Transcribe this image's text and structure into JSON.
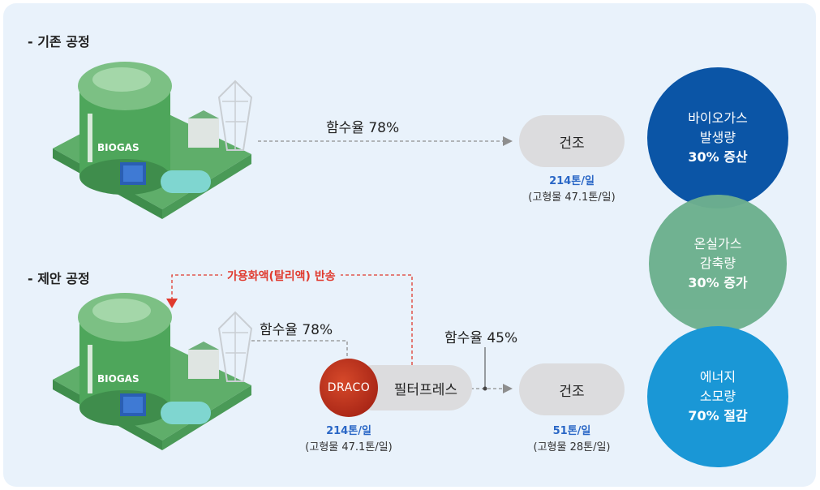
{
  "existing": {
    "title": "- 기존 공정",
    "plant_label": "BIOGAS",
    "moisture": "함수율 78%",
    "dry_label": "건조",
    "amount": "214톤/일",
    "solid": "(고형물 47.1톤/일)"
  },
  "proposed": {
    "title": "- 제안 공정",
    "plant_label": "BIOGAS",
    "return_label": "가용화액(탈리액) 반송",
    "moisture_in": "함수율 78%",
    "moisture_out": "함수율 45%",
    "draco_label": "DRACO",
    "filter_label": "필터프레스",
    "dry_label": "건조",
    "amount_in": "214톤/일",
    "solid_in": "(고형물 47.1톤/일)",
    "amount_out": "51톤/일",
    "solid_out": "(고형물 28톤/일)"
  },
  "results": [
    {
      "line1": "바이오가스",
      "line2": "발생량",
      "line3": "30% 증산",
      "color": "#0b55a6"
    },
    {
      "line1": "온실가스",
      "line2": "감축량",
      "line3": "30% 증가",
      "color": "#6db08e"
    },
    {
      "line1": "에너지",
      "line2": "소모량",
      "line3": "70% 절감",
      "color": "#1a97d6"
    }
  ],
  "colors": {
    "arrow": "#8e8e8e",
    "return_line": "#e03a2e",
    "amount": "#2a67c6"
  }
}
